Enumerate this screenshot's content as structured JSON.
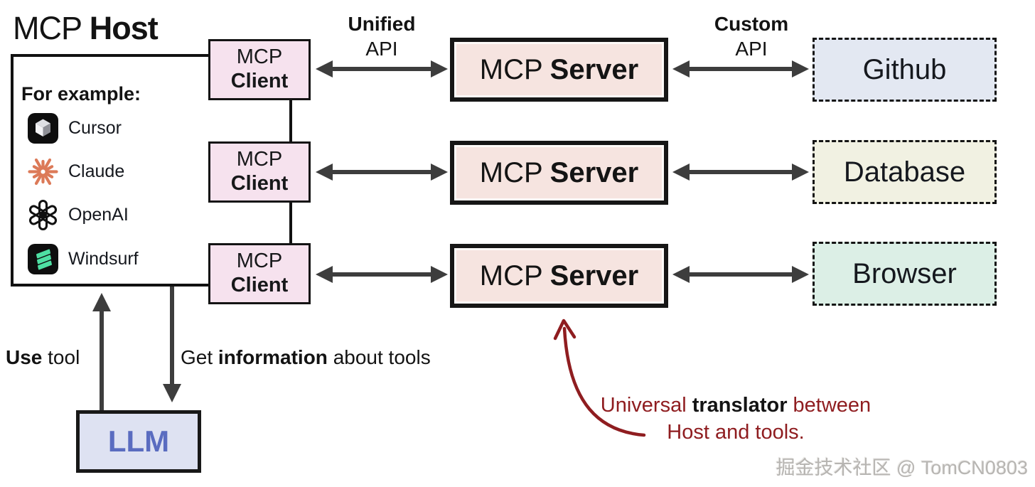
{
  "title": {
    "regular": "MCP",
    "bold": "Host"
  },
  "host": {
    "examples_label": "For example:",
    "apps": [
      {
        "label": "Cursor",
        "icon": "cursor-icon"
      },
      {
        "label": "Claude",
        "icon": "claude-icon"
      },
      {
        "label": "OpenAI",
        "icon": "openai-icon"
      },
      {
        "label": "Windsurf",
        "icon": "windsurf-icon"
      }
    ]
  },
  "clients": [
    {
      "line1": "MCP",
      "line2": "Client"
    },
    {
      "line1": "MCP",
      "line2": "Client"
    },
    {
      "line1": "MCP",
      "line2": "Client"
    }
  ],
  "servers": [
    {
      "line1": "MCP",
      "line2": "Server"
    },
    {
      "line1": "MCP",
      "line2": "Server"
    },
    {
      "line1": "MCP",
      "line2": "Server"
    }
  ],
  "tools": [
    {
      "label": "Github",
      "fill": "#e3e8f2"
    },
    {
      "label": "Database",
      "fill": "#f1f1e2"
    },
    {
      "label": "Browser",
      "fill": "#dcefe6"
    }
  ],
  "labels": {
    "unified": {
      "line1": "Unified",
      "line2": "API"
    },
    "custom": {
      "line1": "Custom",
      "line2": "API"
    },
    "use_tool": {
      "bold": "Use",
      "rest": "tool"
    },
    "get_info": {
      "pre": "Get",
      "bold": "information",
      "post": "about tools"
    }
  },
  "llm": {
    "label": "LLM"
  },
  "annotation": {
    "pre": "Universal",
    "bold": "translator",
    "post": "between",
    "line2": "Host and tools.",
    "color": "#8f1d20"
  },
  "watermark": "掘金技术社区 @ TomCN0803",
  "colors": {
    "client_fill": "#f6e2ee",
    "server_fill": "#f6e4e0",
    "llm_fill": "#dee2f2",
    "llm_text": "#5a6cc0",
    "arrow_gray": "#3d3d3d",
    "annotation_red": "#8f1d20",
    "claude_orange": "#dc7a58",
    "windsurf_green": "#4ee0a3"
  }
}
